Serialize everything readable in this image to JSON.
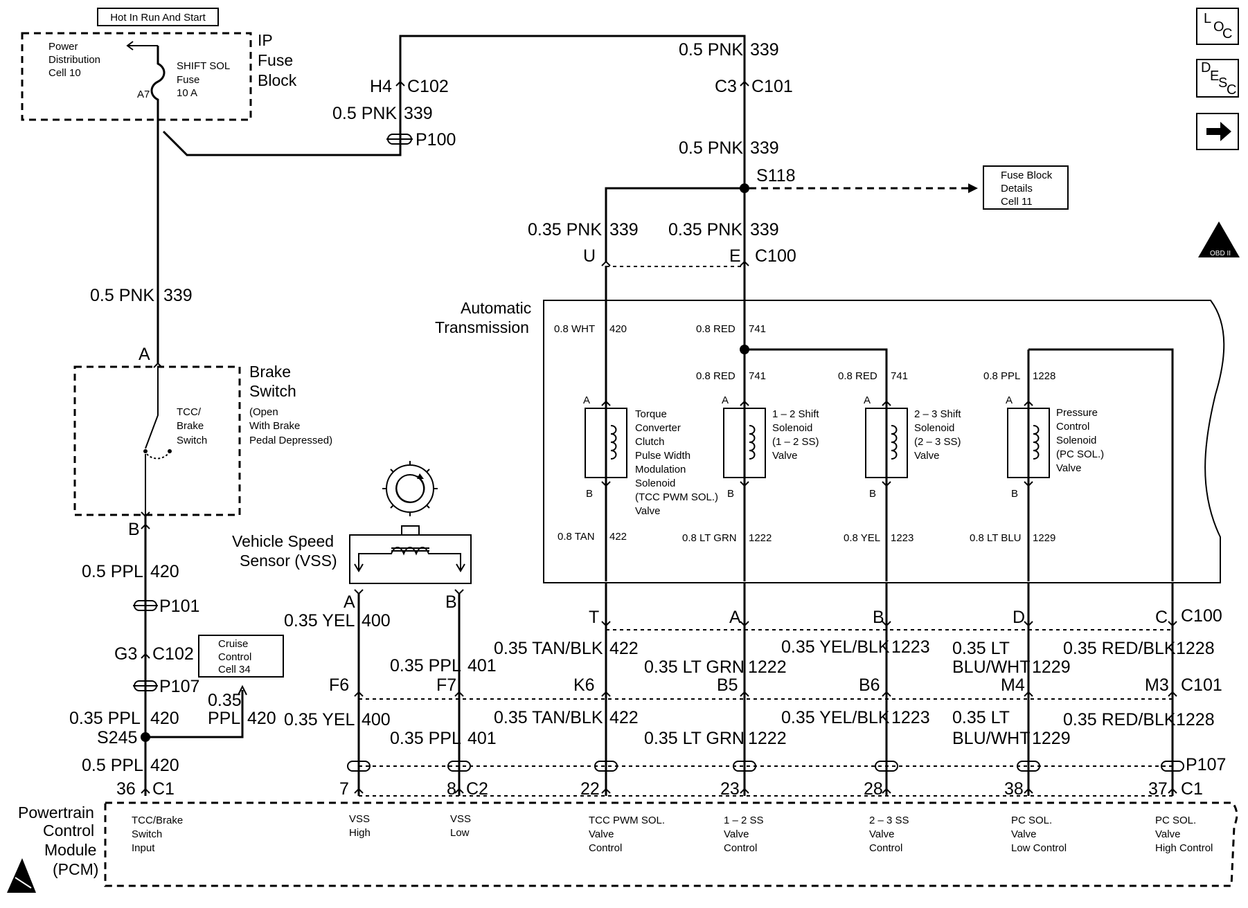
{
  "header": {
    "hot_label": "Hot In Run And Start"
  },
  "fuse_block": {
    "title": [
      "IP",
      "Fuse",
      "Block"
    ],
    "power_dist": [
      "Power",
      "Distribution",
      "Cell 10"
    ],
    "fuse": [
      "SHIFT SOL",
      "Fuse",
      "10 A"
    ],
    "pin": "A7"
  },
  "wires": {
    "pnk_05": "0.5 PNK",
    "pnk_035": "0.35 PNK",
    "circuit_339": "339",
    "ppl_05": "0.5 PPL",
    "ppl_035": "0.35 PPL",
    "ppl_035_stack": [
      "0.35",
      "PPL"
    ],
    "circuit_420": "420",
    "yel_035": "0.35 YEL",
    "circuit_400": "400",
    "circuit_401": "401",
    "wht_08": "0.8 WHT",
    "red_08": "0.8 RED",
    "circuit_741": "741",
    "ppl_08": "0.8 PPL",
    "circuit_1228": "1228",
    "tan_08": "0.8 TAN",
    "circuit_422": "422",
    "ltgrn_08": "0.8 LT GRN",
    "circuit_1222": "1222",
    "yel_08": "0.8 YEL",
    "circuit_1223": "1223",
    "ltblu_08": "0.8 LT BLU",
    "circuit_1229": "1229",
    "tanblk_035": "0.35 TAN/BLK",
    "ltgrn_035": "0.35 LT GRN",
    "yelblk_035": "0.35 YEL/BLK",
    "ltbluwht_035": [
      "0.35 LT",
      "BLU/WHT"
    ],
    "redblk_035": "0.35 RED/BLK"
  },
  "connectors": {
    "h4": "H4",
    "c102": "C102",
    "c3": "C3",
    "c101": "C101",
    "p100": "P100",
    "s118": "S118",
    "u": "U",
    "e": "E",
    "c100": "C100",
    "a": "A",
    "b": "B",
    "p101": "P101",
    "g3": "G3",
    "p107": "P107",
    "s245": "S245",
    "c1": "C1",
    "c2": "C2",
    "t": "T",
    "d": "D",
    "c": "C",
    "f6": "F6",
    "f7": "F7",
    "k6": "K6",
    "b5": "B5",
    "b6": "B6",
    "m4": "M4",
    "m3": "M3",
    "pins": [
      "36",
      "7",
      "8",
      "22",
      "23",
      "28",
      "38",
      "37"
    ]
  },
  "fuse_details": [
    "Fuse Block",
    "Details",
    "Cell 11"
  ],
  "cruise": [
    "Cruise",
    "Control",
    "Cell 34"
  ],
  "brake_switch": {
    "title": [
      "Brake",
      "Switch"
    ],
    "desc": [
      "(Open",
      "With Brake",
      "Pedal Depressed)"
    ],
    "inner": [
      "TCC/",
      "Brake",
      "Switch"
    ]
  },
  "vss": {
    "title": [
      "Vehicle Speed",
      "Sensor (VSS)"
    ]
  },
  "transmission": {
    "title": [
      "Automatic",
      "Transmission"
    ]
  },
  "solenoids": {
    "tcc": [
      "Torque",
      "Converter",
      "Clutch",
      "Pulse Width",
      "Modulation",
      "Solenoid",
      "(TCC PWM SOL.)",
      "Valve"
    ],
    "ss12": [
      "1 – 2 Shift",
      "Solenoid",
      "(1 – 2 SS)",
      "Valve"
    ],
    "ss23": [
      "2 – 3 Shift",
      "Solenoid",
      "(2 – 3 SS)",
      "Valve"
    ],
    "pc": [
      "Pressure",
      "Control",
      "Solenoid",
      "(PC SOL.)",
      "Valve"
    ]
  },
  "pcm": {
    "title": [
      "Powertrain",
      "Control",
      "Module",
      "(PCM)"
    ],
    "inputs": {
      "tcc_brake": [
        "TCC/Brake",
        "Switch",
        "Input"
      ],
      "vss_high": [
        "VSS",
        "High"
      ],
      "vss_low": [
        "VSS",
        "Low"
      ],
      "tcc_pwm": [
        "TCC PWM SOL.",
        "Valve",
        "Control"
      ],
      "ss12": [
        "1 – 2 SS",
        "Valve",
        "Control"
      ],
      "ss23": [
        "2 – 3 SS",
        "Valve",
        "Control"
      ],
      "pc_low": [
        "PC SOL.",
        "Valve",
        "Low Control"
      ],
      "pc_high": [
        "PC SOL.",
        "Valve",
        "High Control"
      ]
    }
  },
  "nav": {
    "loc": [
      "L",
      "O",
      "C"
    ],
    "desc": [
      "D",
      "E",
      "S",
      "C"
    ],
    "obd": "OBD II"
  }
}
